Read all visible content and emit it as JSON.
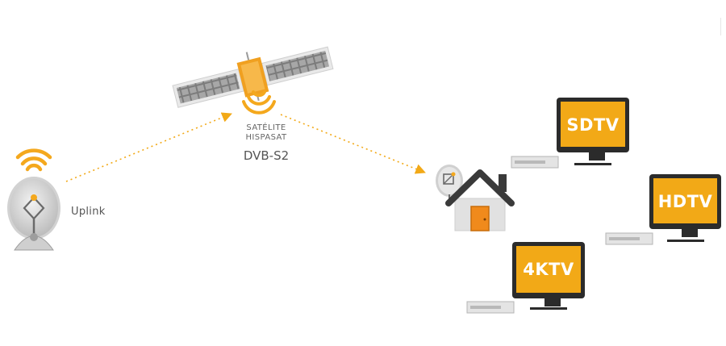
{
  "uplink": {
    "label": "Uplink"
  },
  "satellite": {
    "name_line1": "SATÉLITE",
    "name_line2": "HISPASAT",
    "standard": "DVB-S2"
  },
  "tvs": [
    {
      "label": "SDTV"
    },
    {
      "label": "HDTV"
    },
    {
      "label": "4KTV"
    }
  ],
  "colors": {
    "accent_orange": "#f4a81d",
    "screen_orange": "#f2a917",
    "dark_frame": "#2b2b2b",
    "house_roof": "#3a3a3a",
    "door": "#f08a1c",
    "dish_gray": "#c8c8c8"
  }
}
